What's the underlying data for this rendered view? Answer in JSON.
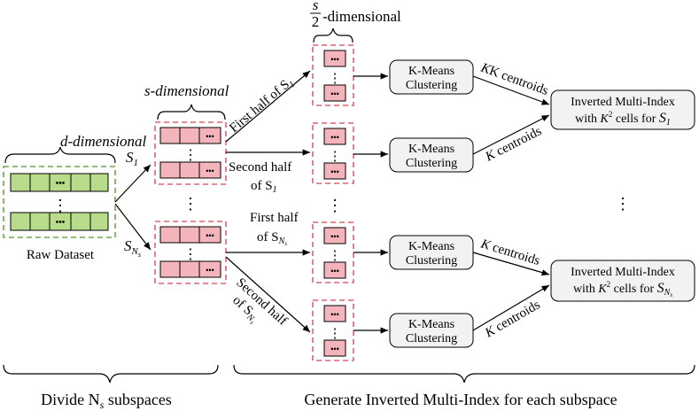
{
  "labels": {
    "d_dim": "d-dimensional",
    "s_dim": "s-dimensional",
    "half_dim_num": "s",
    "half_dim_den": "2",
    "half_dim_suffix": "-dimensional",
    "raw_dataset": "Raw Dataset",
    "s1": "S",
    "s1_sub": "1",
    "sns": "S",
    "sns_sub": "N",
    "sns_subsub": "s",
    "first_half_s1": "First half of S",
    "second_half_s1_a": "Second half",
    "second_half_s1_b": "of S",
    "first_half_sns_a": "First half",
    "first_half_sns_b": "of S",
    "second_half_sns_a": "Second half",
    "second_half_sns_b": "of S",
    "kmeans_a": "K-Means",
    "kmeans_b": "Clustering",
    "k_centroids": "K centroids",
    "imi_a": "Inverted Multi-Index",
    "imi_b_pre": "with K",
    "imi_b_post": " cells for S",
    "bottom_left": "Divide N",
    "bottom_left_sub": "s",
    "bottom_left_post": " subspaces",
    "bottom_right": "Generate Inverted Multi-Index for each subspace",
    "dots": "•••",
    "vdots": "⋮"
  }
}
